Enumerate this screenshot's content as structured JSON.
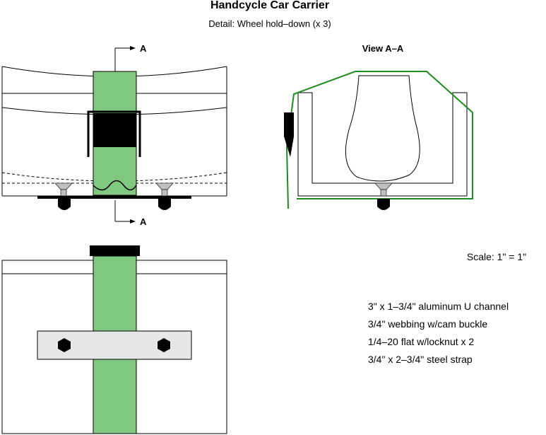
{
  "title": "Handcycle Car Carrier",
  "subtitle": "Detail:  Wheel hold–down (x 3)",
  "section_marker_top": "A",
  "section_marker_bottom": "A",
  "view_label": "View A–A",
  "scale": "Scale: 1\" = 1\"",
  "parts": [
    "3\" x 1–3/4\" aluminum U channel",
    "3/4\" webbing w/cam buckle",
    "1/4–20 flat w/locknut x 2",
    "3/4\" x 2–3/4\" steel strap"
  ],
  "colors": {
    "webbing": "#80c880",
    "steel_strap": "#e6e6e6",
    "hardware": "#c0c0c0",
    "cover_line": "#1e8c1e",
    "ink": "#000000"
  }
}
